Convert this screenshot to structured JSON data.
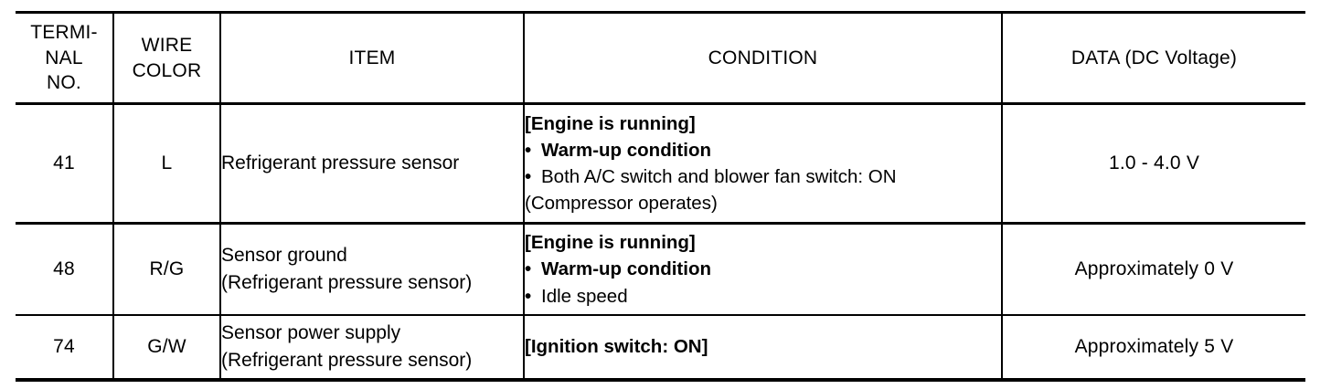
{
  "table": {
    "columns": [
      {
        "id": "terminal_no",
        "label_lines": [
          "TERMI-",
          "NAL",
          "NO."
        ]
      },
      {
        "id": "wire_color",
        "label_lines": [
          "WIRE",
          "COLOR"
        ]
      },
      {
        "id": "item",
        "label_lines": [
          "ITEM"
        ]
      },
      {
        "id": "condition",
        "label_lines": [
          "CONDITION"
        ]
      },
      {
        "id": "data",
        "label_lines": [
          "DATA (DC Voltage)"
        ]
      }
    ],
    "rows": [
      {
        "terminal_no": "41",
        "wire_color": "L",
        "item_lines": [
          "Refrigerant pressure sensor"
        ],
        "condition_lines": [
          {
            "text": "[Engine is running]",
            "bold": true,
            "bullet": false
          },
          {
            "text": "Warm-up condition",
            "bold": true,
            "bullet": true
          },
          {
            "text": "Both A/C switch and blower fan switch: ON",
            "bold": false,
            "bullet": true
          },
          {
            "text": "(Compressor operates)",
            "bold": false,
            "bullet": false
          }
        ],
        "data": "1.0 - 4.0 V"
      },
      {
        "terminal_no": "48",
        "wire_color": "R/G",
        "item_lines": [
          "Sensor ground",
          "(Refrigerant pressure sensor)"
        ],
        "condition_lines": [
          {
            "text": "[Engine is running]",
            "bold": true,
            "bullet": false
          },
          {
            "text": "Warm-up condition",
            "bold": true,
            "bullet": true
          },
          {
            "text": "Idle speed",
            "bold": false,
            "bullet": true
          }
        ],
        "data": "Approximately 0 V"
      },
      {
        "terminal_no": "74",
        "wire_color": "G/W",
        "item_lines": [
          "Sensor power supply",
          "(Refrigerant pressure sensor)"
        ],
        "condition_lines": [
          {
            "text": "[Ignition switch: ON]",
            "bold": true,
            "bullet": false
          }
        ],
        "data": "Approximately 5 V"
      }
    ]
  },
  "colors": {
    "rule": "#000000",
    "text": "#000000",
    "background": "#ffffff"
  }
}
